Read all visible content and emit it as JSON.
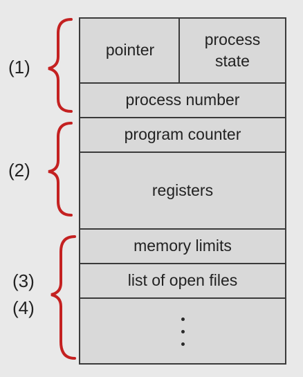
{
  "pcb": {
    "pointer": "pointer",
    "process_state": "process\nstate",
    "process_number": "process number",
    "program_counter": "program counter",
    "registers": "registers",
    "memory_limits": "memory limits",
    "open_files": "list of open files"
  },
  "groups": {
    "g1": "(1)",
    "g2": "(2)",
    "g3": "(3)",
    "g4": "(4)"
  },
  "colors": {
    "brace": "#c42121",
    "border": "#3a3a3a",
    "fill": "#d9d9d9",
    "background": "#e9e9e9"
  }
}
